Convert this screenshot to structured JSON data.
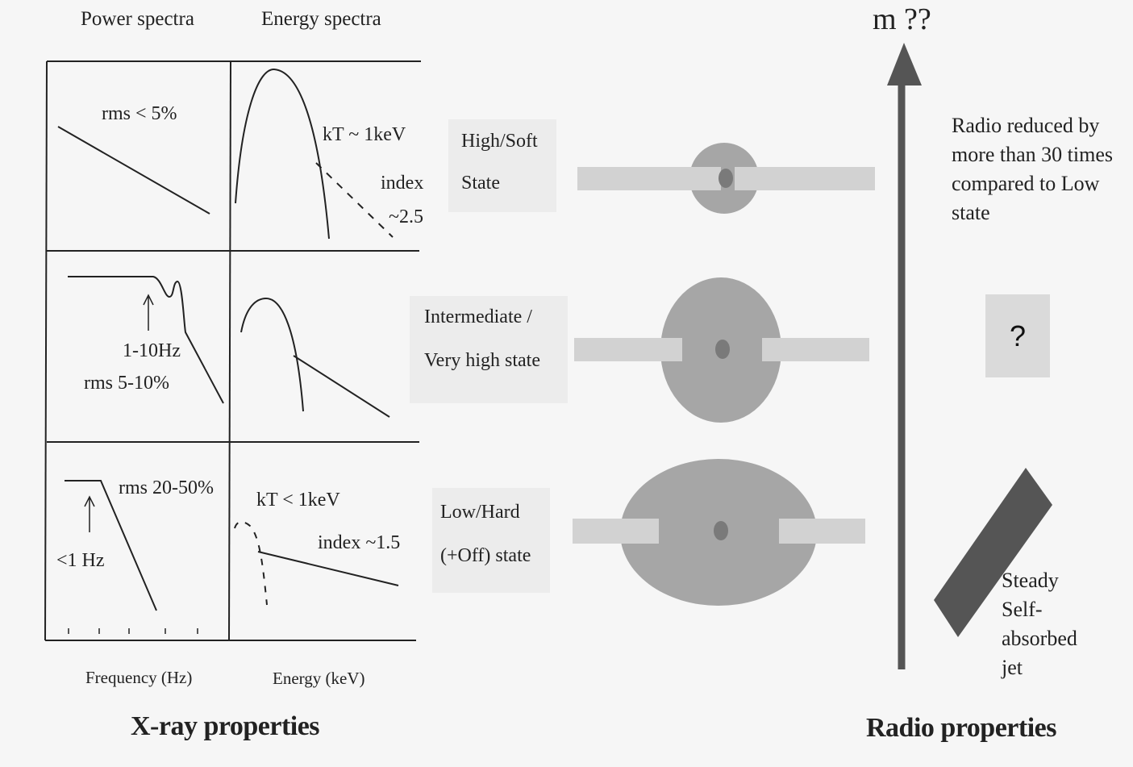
{
  "headers": {
    "power": "Power spectra",
    "energy": "Energy spectra"
  },
  "rows": [
    {
      "power_labels": [
        "rms < 5%"
      ],
      "energy_labels": [
        "kT ~ 1keV",
        "index",
        "~2.5"
      ],
      "state_lines": [
        "High/Soft",
        "State"
      ]
    },
    {
      "power_labels": [
        "1-10Hz",
        "rms 5-10%"
      ],
      "energy_labels": [],
      "state_lines": [
        "Intermediate /",
        "Very high state"
      ]
    },
    {
      "power_labels": [
        "rms 20-50%",
        "<1 Hz"
      ],
      "energy_labels": [
        "kT < 1keV",
        "index ~1.5"
      ],
      "state_lines": [
        "Low/Hard",
        "(+Off) state"
      ]
    }
  ],
  "axes": {
    "power_x": "Frequency (Hz)",
    "energy_x": "Energy (keV)"
  },
  "footer": {
    "xray": "X-ray properties",
    "radio": "Radio properties"
  },
  "arrow_label": "m ??",
  "radio_note": "Radio reduced by more than 30 times compared to Low state",
  "unknown_mark": "?",
  "jet_label": "Steady Self-absorbed jet",
  "colors": {
    "disk": "#a6a6a6",
    "core": "#7a7a7a",
    "jet_bar": "#d2d2d2",
    "arrow": "#555555",
    "bowtie": "#555555",
    "line": "#222222"
  }
}
